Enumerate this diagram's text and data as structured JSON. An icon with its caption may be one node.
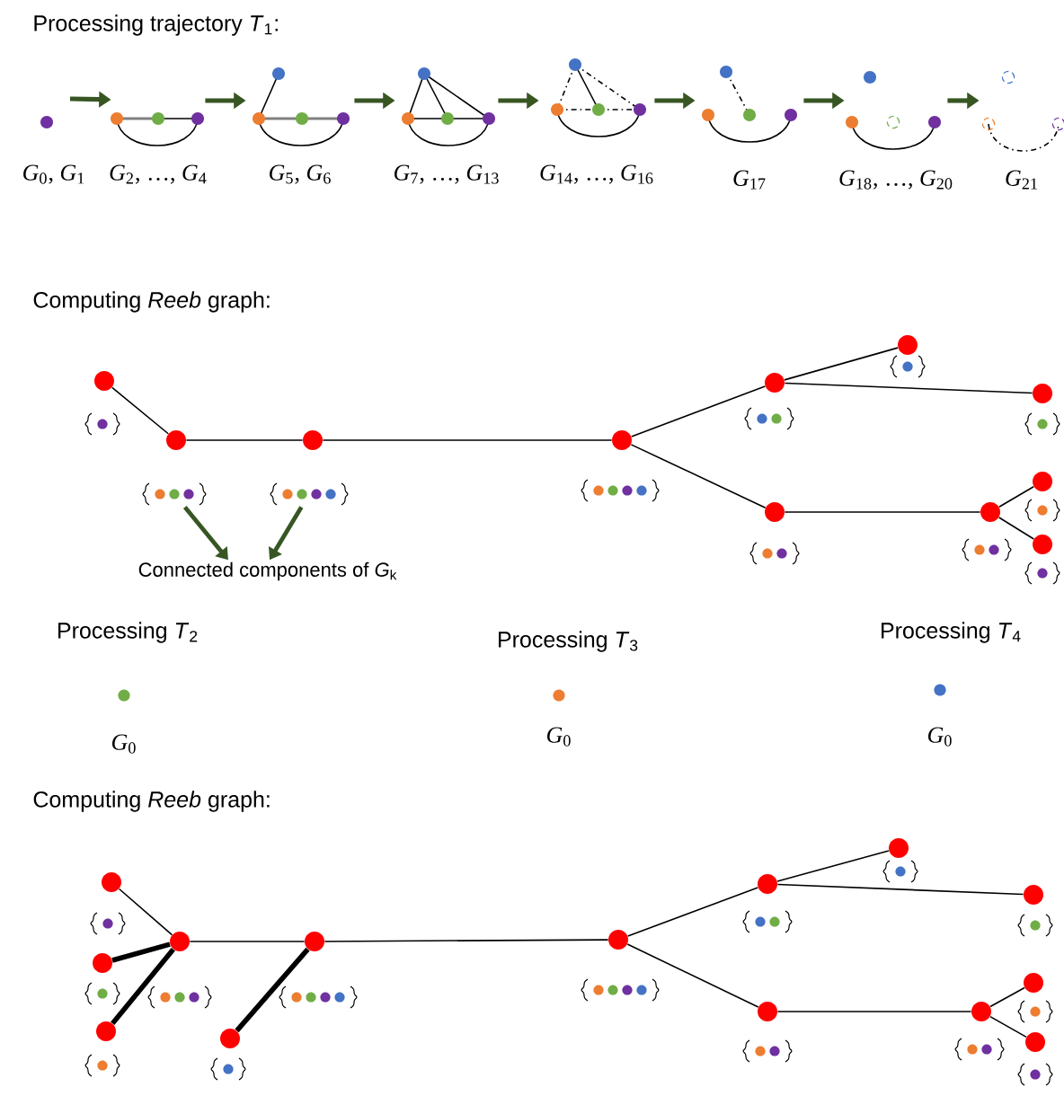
{
  "diagram": {
    "nodes": [
      {
        "text": [],
        "shape": "circle",
        "beside": [
          "*G*$_{0}$, *G*$_{1}$"
        ]
      },
      {
        "text": [],
        "shape": "picture",
        "beside": [
          "*G*$_{2}$, …, *G*$_{4}$"
        ]
      },
      {
        "text": [],
        "shape": "picture",
        "beside": [
          "*G*$_{5}$, *G*$_{6}$"
        ]
      },
      {
        "text": [],
        "shape": "picture",
        "beside": [
          "*G*$_{7}$, …, *G*$_{13}$"
        ]
      },
      {
        "text": [],
        "shape": "picture",
        "beside": [
          "*G*$_{14}$, …, *G*$_{16}$"
        ]
      },
      {
        "text": [],
        "shape": "picture",
        "beside": [
          "*G*$_{17}$"
        ]
      },
      {
        "text": [],
        "shape": "picture",
        "beside": [
          "*G*$_{18}$, …, *G*$_{20}$"
        ]
      },
      {
        "text": [],
        "shape": "picture",
        "beside": [
          "*G*$_{21}$"
        ]
      },
      {
        "text": [],
        "shape": "circle"
      },
      {
        "text": [],
        "shape": "circle"
      },
      {
        "text": [],
        "shape": "circle"
      },
      {
        "text": [],
        "shape": "circle"
      },
      {
        "text": [],
        "shape": "circle"
      },
      {
        "text": [],
        "shape": "circle"
      },
      {
        "text": [],
        "shape": "circle"
      },
      {
        "text": [],
        "shape": "circle"
      },
      {
        "text": [],
        "shape": "circle"
      },
      {
        "text": [],
        "shape": "circle"
      },
      {
        "text": [],
        "shape": "circle"
      },
      {
        "text": [
          "Connected components of *G*$_{k}$"
        ]
      },
      {
        "text": [],
        "shape": "circle"
      },
      {
        "text": [],
        "shape": "circle"
      },
      {
        "text": [],
        "shape": "circle"
      },
      {
        "text": [],
        "shape": "circle"
      },
      {
        "text": [],
        "shape": "circle"
      },
      {
        "text": [],
        "shape": "circle"
      },
      {
        "text": [],
        "shape": "circle"
      },
      {
        "text": [],
        "shape": "circle"
      },
      {
        "text": [],
        "shape": "circle"
      },
      {
        "text": [],
        "shape": "circle"
      },
      {
        "text": [],
        "shape": "circle"
      },
      {
        "text": [],
        "shape": "circle"
      },
      {
        "text": [],
        "shape": "circle"
      },
      {
        "text": [],
        "shape": "circle"
      },
      {
        "text": [],
        "shape": "picture"
      },
      {
        "text": [],
        "shape": "picture"
      }
    ],
    "edges": [
      {
        "from": 0,
        "to": 1,
        "arrow": "to",
        "style": "thick",
        "color": "#375623"
      },
      {
        "from": 1,
        "to": 2,
        "arrow": "to",
        "style": "thick",
        "color": "#375623"
      },
      {
        "from": 2,
        "to": 3,
        "arrow": "to",
        "style": "thick",
        "color": "#375623"
      },
      {
        "from": 3,
        "to": 4,
        "arrow": "to",
        "style": "thick",
        "color": "#375623"
      },
      {
        "from": 4,
        "to": 5,
        "arrow": "to",
        "style": "thick",
        "color": "#375623"
      },
      {
        "from": 5,
        "to": 6,
        "arrow": "to",
        "style": "thick",
        "color": "#375623"
      },
      {
        "from": 6,
        "to": 7,
        "arrow": "to",
        "style": "thick",
        "color": "#375623"
      },
      {
        "from": 8,
        "to": 9,
        "arrow": "none"
      },
      {
        "from": 9,
        "to": 10,
        "arrow": "none"
      },
      {
        "from": 10,
        "to": 11,
        "arrow": "none"
      },
      {
        "from": 11,
        "to": 12,
        "arrow": "none"
      },
      {
        "from": 12,
        "to": 13,
        "arrow": "none"
      },
      {
        "from": 12,
        "to": 14,
        "arrow": "none"
      },
      {
        "from": 11,
        "to": 15,
        "arrow": "none"
      },
      {
        "from": 15,
        "to": 16,
        "arrow": "none"
      },
      {
        "from": 16,
        "to": 17,
        "arrow": "none"
      },
      {
        "from": 16,
        "to": 18,
        "arrow": "none"
      },
      {
        "from": 34,
        "to": 19,
        "arrow": "to",
        "style": "thick",
        "color": "#375623"
      },
      {
        "from": 35,
        "to": 19,
        "arrow": "to",
        "style": "thick",
        "color": "#375623"
      },
      {
        "from": 20,
        "to": 23,
        "arrow": "none"
      },
      {
        "from": 21,
        "to": 23,
        "arrow": "none",
        "style": "thick"
      },
      {
        "from": 22,
        "to": 23,
        "arrow": "none",
        "style": "thick"
      },
      {
        "from": 23,
        "to": 24,
        "arrow": "none"
      },
      {
        "from": 25,
        "to": 24,
        "arrow": "none",
        "style": "thick"
      },
      {
        "from": 24,
        "to": 26,
        "arrow": "none"
      },
      {
        "from": 26,
        "to": 27,
        "arrow": "none"
      },
      {
        "from": 27,
        "to": 28,
        "arrow": "none"
      },
      {
        "from": 27,
        "to": 29,
        "arrow": "none"
      },
      {
        "from": 26,
        "to": 30,
        "arrow": "none"
      },
      {
        "from": 30,
        "to": 31,
        "arrow": "none"
      },
      {
        "from": 31,
        "to": 32,
        "arrow": "none"
      },
      {
        "from": 31,
        "to": 33,
        "arrow": "none"
      }
    ],
    "labels": [
      "Processing trajectory *T*$_{1}$:",
      "Computing *Reeb* graph:",
      "Processing *T*$_{2}$",
      "*G*$_{0}$",
      "Processing *T*$_{3}$",
      "*G*$_{0}$",
      "Processing *T*$_{4}$",
      "*G*$_{0}$",
      "Computing *Reeb* graph:"
    ]
  }
}
